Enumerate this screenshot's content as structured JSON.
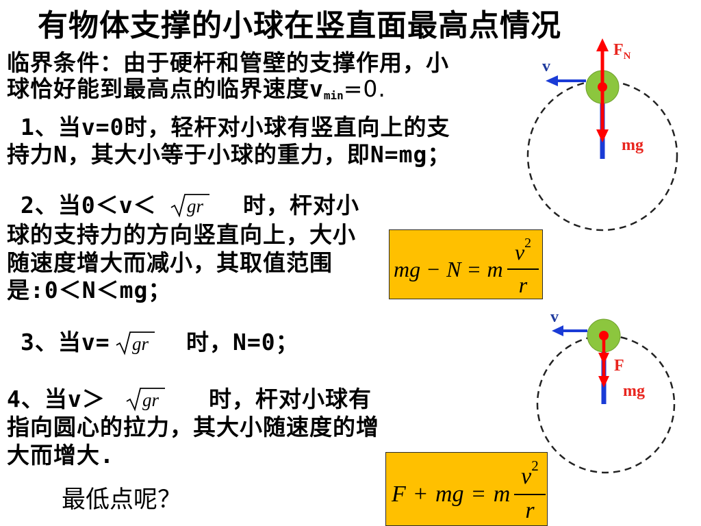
{
  "slide_title": "有物体支撑的小球在竖直面最高点情况",
  "critical_condition": {
    "line1": "临界条件：由于硬杆和管壁的支撑作用，小",
    "line2_text": "球恰好能到最高点的临界速度v",
    "line2_subscript": "min",
    "line2_tail": "=0."
  },
  "cases": [
    {
      "lines": [
        "1、当v=0时，轻杆对小球有竖直向上的支",
        "持力N，其大小等于小球的重力，即N=mg；"
      ]
    },
    {
      "lead": "2、当0＜v＜",
      "radicand": "gr",
      "trail": "时，杆对小",
      "lines": [
        "球的支持力的方向竖直向上，大小",
        "随速度增大而减小，其取值范围",
        "是:0＜N＜mg；"
      ]
    },
    {
      "lead": "3、当v=",
      "radicand": "gr",
      "trail": "时，N=0；"
    },
    {
      "lead": "4、当v＞",
      "radicand": "gr",
      "trail": "时，杆对小球有",
      "lines": [
        "指向圆心的拉力，其大小随速度的增",
        "大而增大."
      ]
    }
  ],
  "question": "最低点呢？",
  "formulas": [
    {
      "terms": [
        "mg",
        "−",
        "N",
        "=",
        "m"
      ],
      "numerator": "v",
      "exponent": "2",
      "denominator": "r"
    },
    {
      "terms": [
        "F",
        "+",
        "mg",
        "=",
        "m"
      ],
      "numerator": "v",
      "exponent": "2",
      "denominator": "r"
    }
  ],
  "diagram_top": {
    "normal_force": "F",
    "normal_force_subscript": "N",
    "velocity": "v",
    "gravity": "mg"
  },
  "diagram_bottom": {
    "velocity": "v",
    "rod_force": "F",
    "gravity": "mg"
  },
  "colors": {
    "formula_background": "#FFC000",
    "force_arrow": "#FF0000",
    "velocity_arrow": "#1A3BD6",
    "rod": "#1A3BD6",
    "ball": "#8CC63E",
    "label_red": "#E8251E",
    "label_blue": "#1E3A9E"
  }
}
